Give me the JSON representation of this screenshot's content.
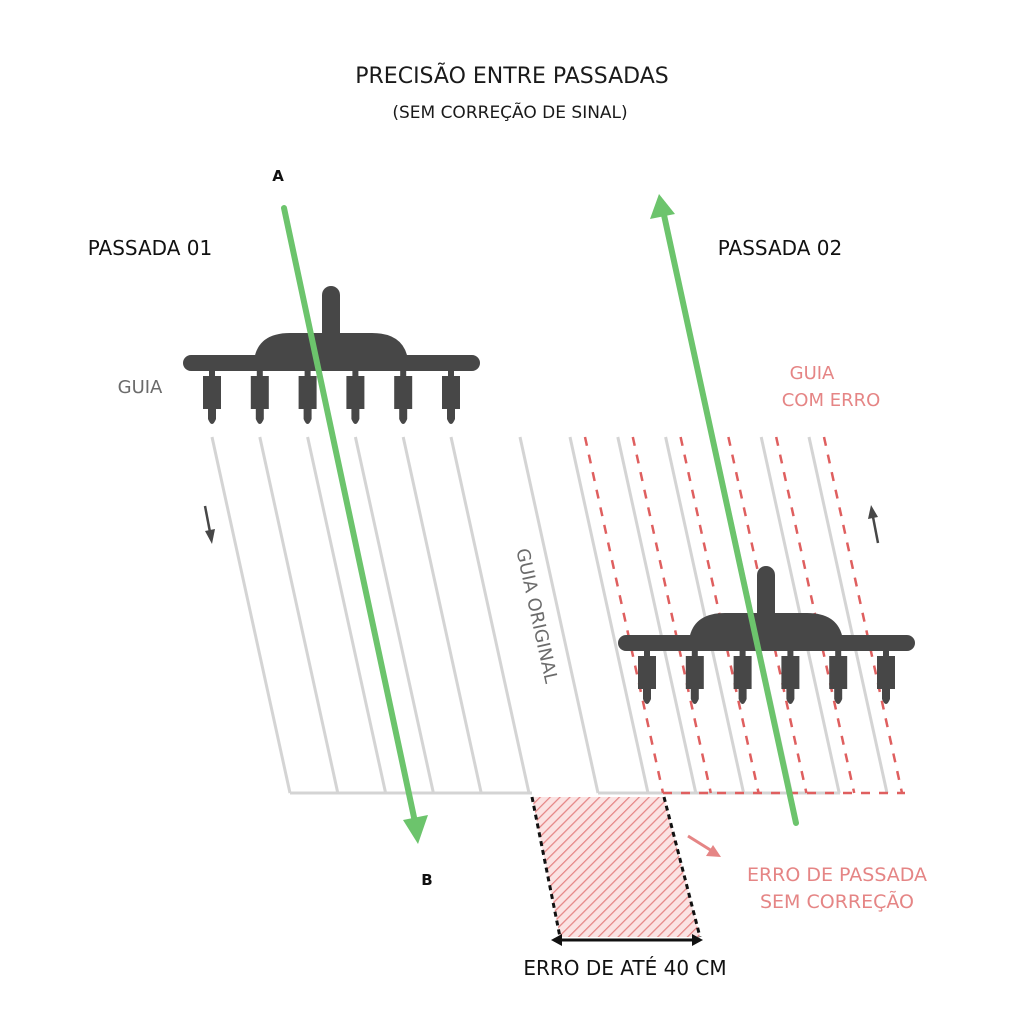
{
  "title": "PRECISÃO ENTRE PASSADAS",
  "subtitle": "(SEM CORREÇÃO DE SINAL)",
  "point_a": "A",
  "point_b": "B",
  "pass1_label": "PASSADA 01",
  "pass2_label": "PASSADA 02",
  "guide_label": "GUIA",
  "guide_error_label": [
    "GUIA",
    "COM ERRO"
  ],
  "original_guide_label": "GUIA ORIGINAL",
  "pass_error_label": [
    "ERRO DE PASSADA",
    "SEM CORREÇÃO"
  ],
  "error_measure_label": "ERRO DE ATÉ 40 CM",
  "colors": {
    "implement": "#474747",
    "guide_line": "#d4d4d4",
    "track": "#6cc46c",
    "error": "#e58585",
    "error_dash": "#df5f5f",
    "text": "#1a1a1a",
    "muted_text": "#6b6b6b"
  }
}
